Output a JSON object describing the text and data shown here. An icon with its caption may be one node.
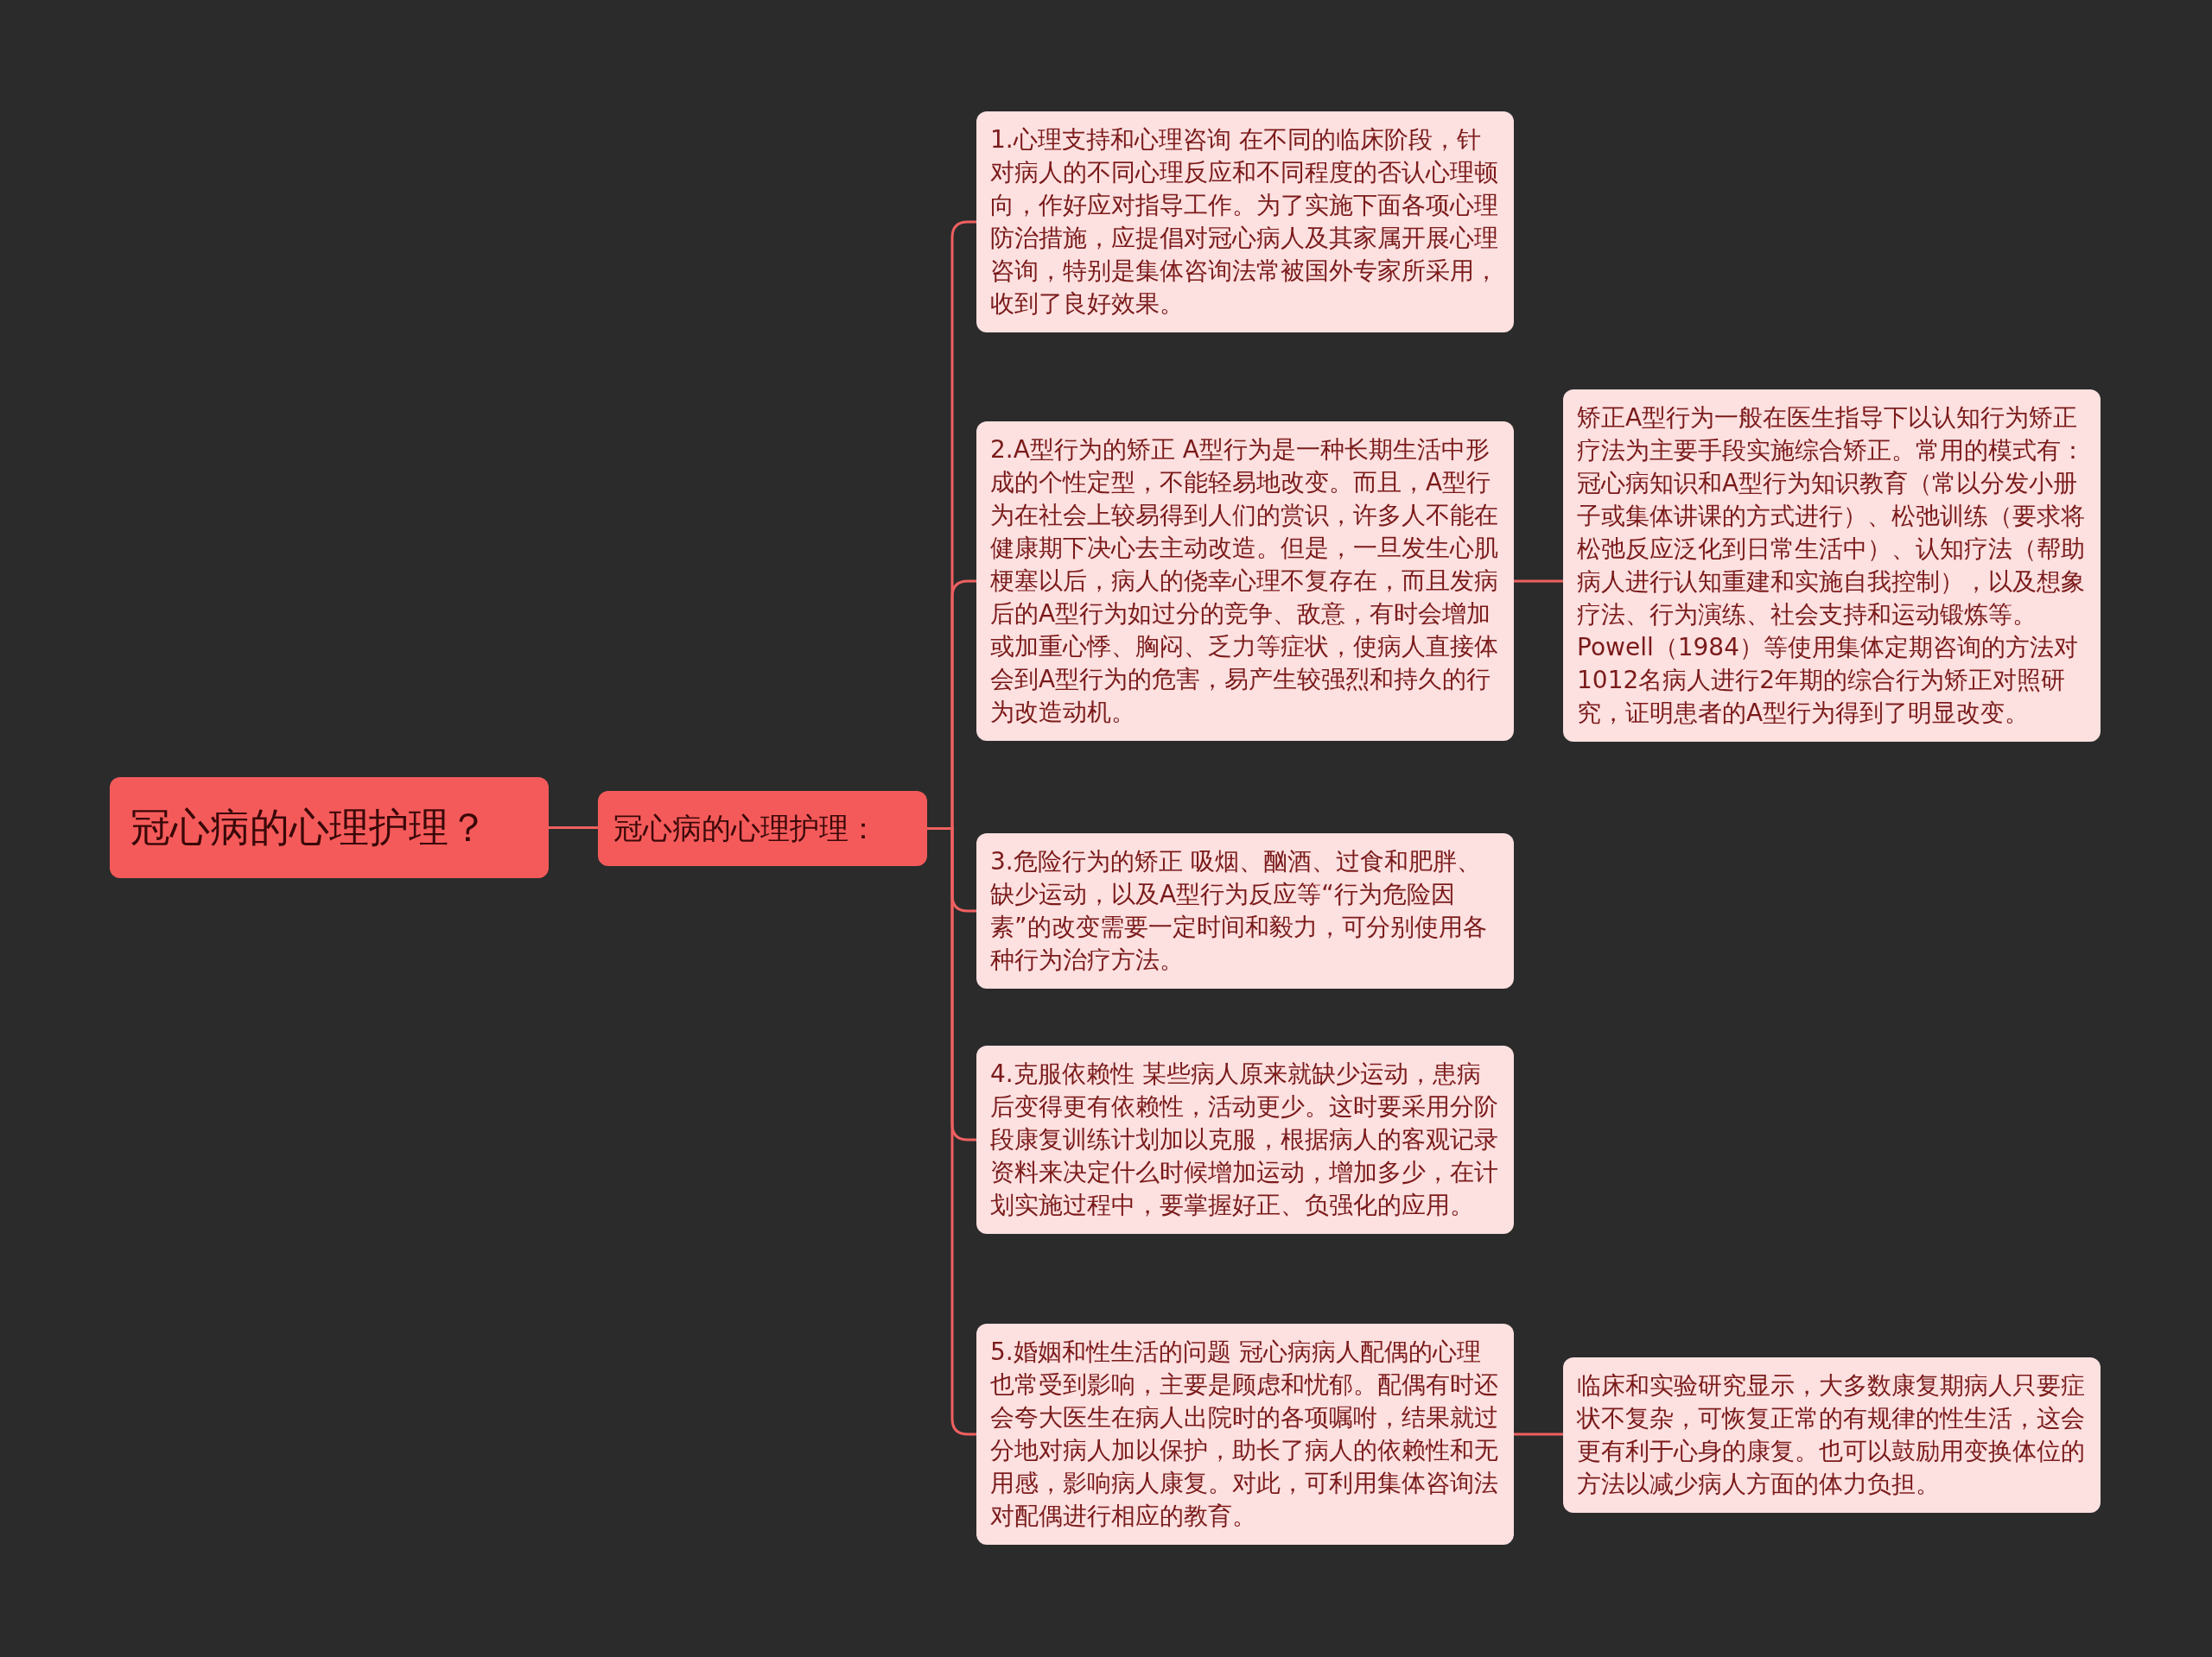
{
  "diagram": {
    "nodes": [
      {
        "text": [
          "冠心病的心理护理？"
        ]
      },
      {
        "text": [
          "冠心病的心理护理："
        ]
      },
      {
        "text": [
          "1.心理支持和心理咨询 在不同的临床阶段，针对病人的不同心理反应和不同程度的否认心理顿向，作好应对指导工作。为了实施下面各项心理防治措施，应提倡对冠心病人及其家属开展心理咨询，特别是集体咨询法常被国外专家所采用，收到了良好效果。"
        ]
      },
      {
        "text": [
          "2.A型行为的矫正 A型行为是一种长期生活中形成的个性定型，不能轻易地改变。而且，A型行为在社会上较易得到人们的赏识，许多人不能在健康期下决心去主动改造。但是，一旦发生心肌梗塞以后，病人的侥幸心理不复存在，而且发病后的A型行为如过分的竞争、敌意，有时会增加或加重心悸、胸闷、乏力等症状，使病人直接体会到A型行为的危害，易产生较强烈和持久的行为改造动机。"
        ]
      },
      {
        "text": [
          "3.危险行为的矫正 吸烟、酗酒、过食和肥胖、缺少运动，以及A型行为反应等“行为危险因素”的改变需要一定时间和毅力，可分别使用各种行为治疗方法。"
        ]
      },
      {
        "text": [
          "4.克服依赖性 某些病人原来就缺少运动，患病后变得更有依赖性，活动更少。这时要采用分阶段康复训练计划加以克服，根据病人的客观记录资料来决定什么时候增加运动，增加多少，在计划实施过程中，要掌握好正、负强化的应用。"
        ]
      },
      {
        "text": [
          "5.婚姻和性生活的问题 冠心病病人配偶的心理也常受到影响，主要是顾虑和忧郁。配偶有时还会夸大医生在病人出院时的各项嘱咐，结果就过分地对病人加以保护，助长了病人的依赖性和无用感，影响病人康复。对此，可利用集体咨询法对配偶进行相应的教育。"
        ]
      },
      {
        "text": [
          "矫正A型行为一般在医生指导下以认知行为矫正疗法为主要手段实施综合矫正。常用的模式有：冠心病知识和A型行为知识教育（常以分发小册子或集体讲课的方式进行）、松弛训练（要求将松弛反应泛化到日常生活中）、认知疗法（帮助病人进行认知重建和实施自我控制），以及想象疗法、行为演练、社会支持和运动锻炼等。Powell（1984）等使用集体定期咨询的方法对1012名病人进行2年期的综合行为矫正对照研究，证明患者的A型行为得到了明显改变。"
        ]
      },
      {
        "text": [
          "临床和实验研究显示，大多数康复期病人只要症状不复杂，可恢复正常的有规律的性生活，这会更有利于心身的康复。也可以鼓励用变换体位的方法以减少病人方面的体力负担。"
        ]
      }
    ],
    "edges": [
      {
        "from": 0,
        "to": 1,
        "arrow": "none"
      },
      {
        "from": 1,
        "to": 2,
        "arrow": "none"
      },
      {
        "from": 1,
        "to": 3,
        "arrow": "none"
      },
      {
        "from": 1,
        "to": 4,
        "arrow": "none"
      },
      {
        "from": 1,
        "to": 5,
        "arrow": "none"
      },
      {
        "from": 1,
        "to": 6,
        "arrow": "none"
      },
      {
        "from": 3,
        "to": 7,
        "arrow": "none"
      },
      {
        "from": 6,
        "to": 8,
        "arrow": "none"
      }
    ]
  }
}
